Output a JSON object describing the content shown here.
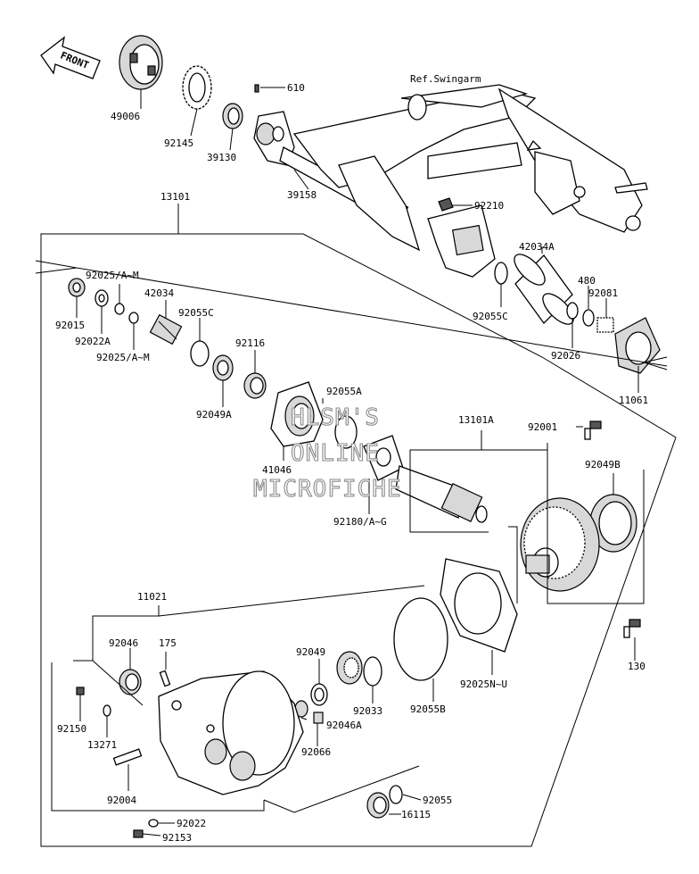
{
  "front_arrow": {
    "text": "FRONT"
  },
  "reference": {
    "text": "Ref.Swingarm"
  },
  "watermark": {
    "line1": "HLSM'S",
    "line2": "ONLINE",
    "line3": "MICROFICHE"
  },
  "labels": {
    "p49006": "49006",
    "p92145": "92145",
    "p39130": "39130",
    "p610": "610",
    "p39158": "39158",
    "p92210": "92210",
    "p13101": "13101",
    "p92025a": "92025/A~M",
    "p92015": "92015",
    "p92022a": "92022A",
    "p42034": "42034",
    "p92055c_l": "92055C",
    "p92025b": "92025/A~M",
    "p92116": "92116",
    "p92049a": "92049A",
    "p92055a": "92055A",
    "p41046": "41046",
    "p92180": "92180/A~G",
    "p42034a": "42034A",
    "p92055c_r": "92055C",
    "p480": "480",
    "p92081": "92081",
    "p92026": "92026",
    "p11061": "11061",
    "p13101a": "13101A",
    "p92001": "92001",
    "p92049b": "92049B",
    "p130": "130",
    "p11021": "11021",
    "p92046": "92046",
    "p175": "175",
    "p92049": "92049",
    "p92033": "92033",
    "p92046a": "92046A",
    "p92066": "92066",
    "p92055b": "92055B",
    "p92025nu": "92025N~U",
    "p92150": "92150",
    "p13271": "13271",
    "p92004": "92004",
    "p92022": "92022",
    "p92153": "92153",
    "p92055": "92055",
    "p16115": "16115"
  }
}
